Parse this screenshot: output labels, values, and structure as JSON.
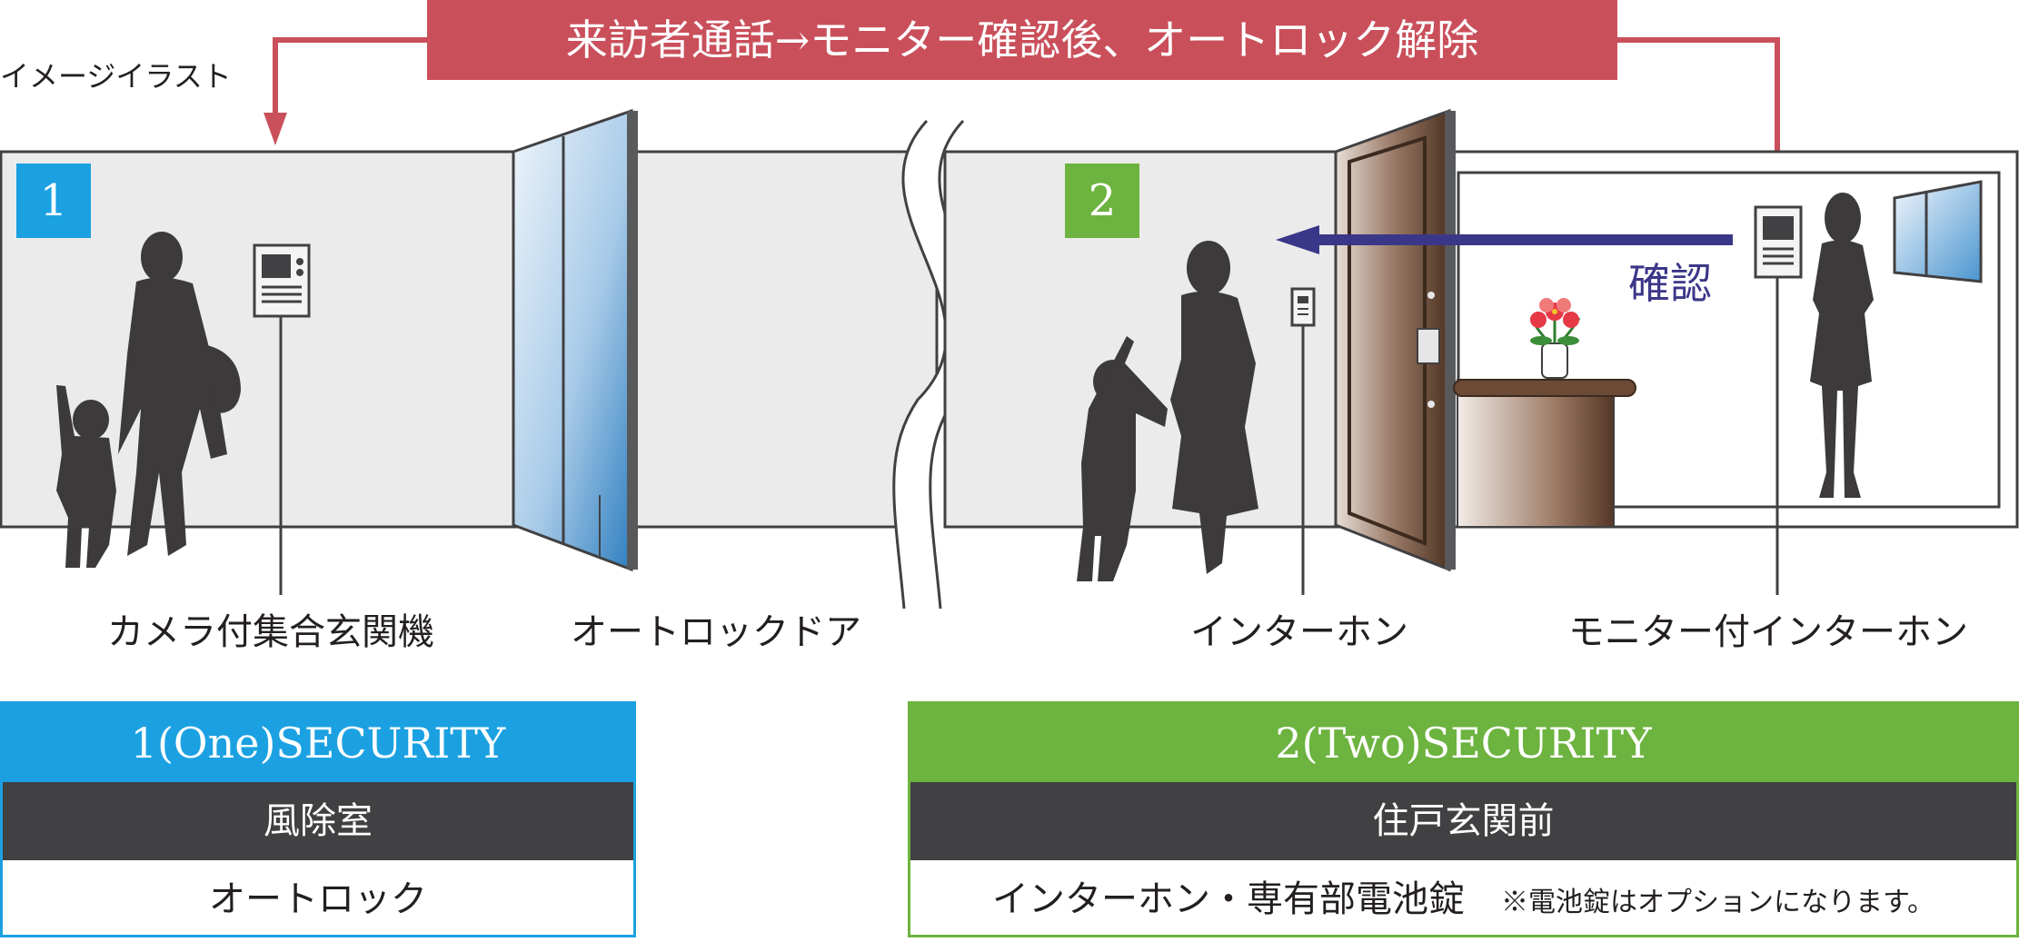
{
  "banner": {
    "text": "来訪者通話→モニター確認後、オートロック解除",
    "color": "#c9505b"
  },
  "image_note": "イメージイラスト",
  "confirm_label": "確認",
  "badges": [
    {
      "number": "1",
      "color": "#1ba1e2"
    },
    {
      "number": "2",
      "color": "#6cb33f"
    }
  ],
  "captions": {
    "entrance_panel": "カメラ付集合玄関機",
    "autolock_door": "オートロックドア",
    "intercom": "インターホン",
    "monitor_intercom": "モニター付インターホン"
  },
  "cards": [
    {
      "title": "1(One)SECURITY",
      "location": "風除室",
      "feature": "オートロック",
      "note": "",
      "color": "#1ba1e2"
    },
    {
      "title": "2(Two)SECURITY",
      "location": "住戸玄関前",
      "feature": "インターホン・専有部電池錠",
      "note": "※電池錠はオプションになります。",
      "color": "#6cb33f"
    }
  ]
}
